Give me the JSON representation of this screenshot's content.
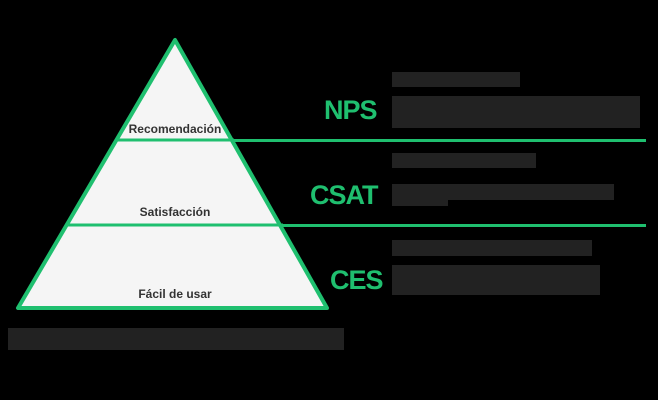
{
  "pyramid": {
    "levels": [
      {
        "label": "Recomendación",
        "metric": "NPS"
      },
      {
        "label": "Satisfacción",
        "metric": "CSAT"
      },
      {
        "label": "Fácil de usar",
        "metric": "CES"
      }
    ]
  },
  "colors": {
    "accent": "#1fbf6f",
    "fill": "#f5f5f5",
    "background": "#000000",
    "text": "#333333",
    "redacted": "#222222"
  }
}
